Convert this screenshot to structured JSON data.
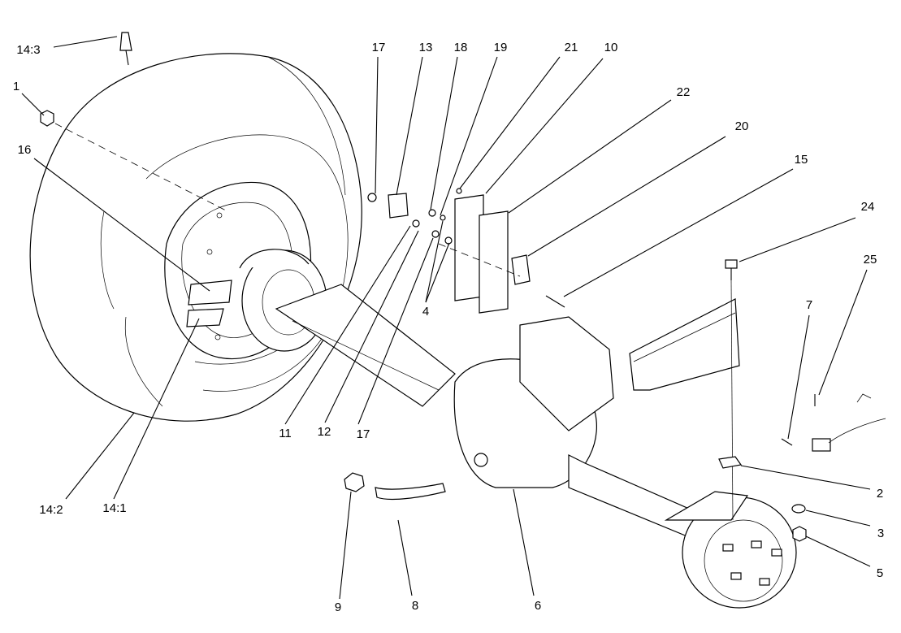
{
  "callouts": {
    "c14_3": "14:3",
    "c1": "1",
    "c16": "16",
    "c17_top": "17",
    "c13": "13",
    "c18": "18",
    "c19": "19",
    "c21": "21",
    "c10": "10",
    "c22": "22",
    "c20": "20",
    "c15": "15",
    "c24": "24",
    "c25": "25",
    "c7": "7",
    "c4": "4",
    "c11": "11",
    "c12": "12",
    "c17_bottom": "17",
    "c14_2": "14:2",
    "c14_1": "14:1",
    "c2": "2",
    "c3": "3",
    "c5": "5",
    "c9": "9",
    "c8": "8",
    "c6": "6"
  }
}
